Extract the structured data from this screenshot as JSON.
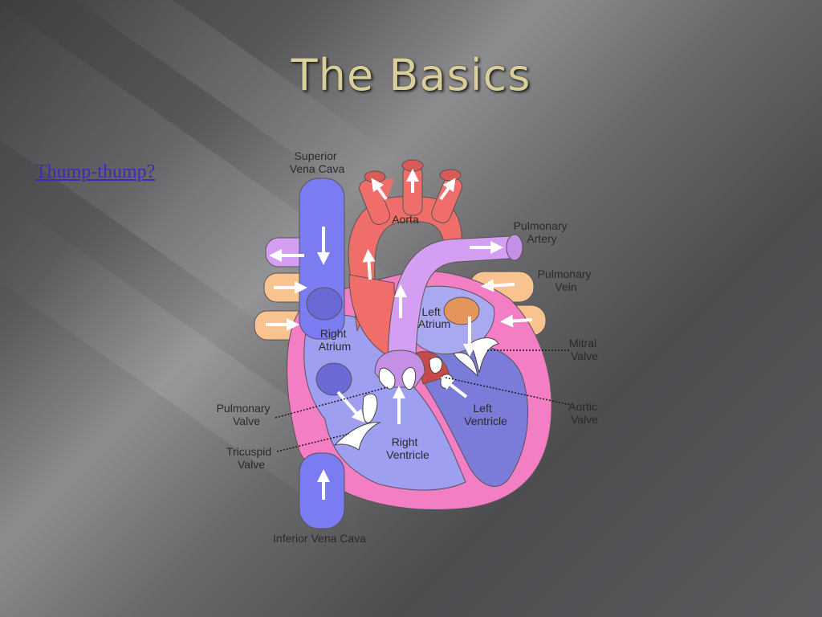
{
  "slide": {
    "title": "The Basics",
    "link_text": "Thump-thump?"
  },
  "diagram": {
    "labels": {
      "superior_vena_cava": [
        "Superior",
        "Vena Cava"
      ],
      "aorta": "Aorta",
      "pulmonary_artery": [
        "Pulmonary",
        "Artery"
      ],
      "pulmonary_vein": [
        "Pulmonary",
        "Vein"
      ],
      "left_atrium": [
        "Left",
        "Atrium"
      ],
      "right_atrium": [
        "Right",
        "Atrium"
      ],
      "mitral_valve": [
        "Mitral",
        "Valve"
      ],
      "aortic_valve": [
        "Aortic",
        "Valve"
      ],
      "left_ventricle": [
        "Left",
        "Ventricle"
      ],
      "right_ventricle": [
        "Right",
        "Ventricle"
      ],
      "pulmonary_valve": [
        "Pulmonary",
        "Valve"
      ],
      "tricuspid_valve": [
        "Tricuspid",
        "Valve"
      ],
      "inferior_vena_cava": "Inferior Vena Cava"
    },
    "colors": {
      "vena_cava": "#7b7bf2",
      "aorta": "#ef6e6a",
      "pulmonary_artery": "#d49ff2",
      "pulmonary_vein": "#f9c38f",
      "heart_wall": "#f47ec4",
      "right_chambers": "#9f9ff2",
      "left_chambers": "#7b7bd9",
      "valve": "#ffffff"
    }
  }
}
